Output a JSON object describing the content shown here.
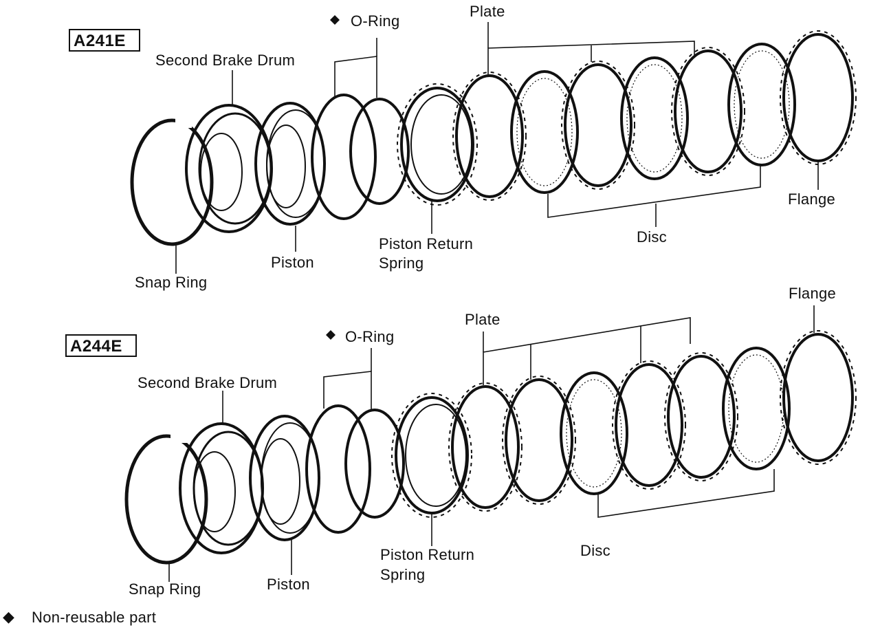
{
  "diagrams": [
    {
      "model": "A241E",
      "labels": {
        "o_ring": "O-Ring",
        "plate": "Plate",
        "second_brake_drum": "Second Brake Drum",
        "snap_ring": "Snap Ring",
        "piston": "Piston",
        "piston_return_spring_line1": "Piston Return",
        "piston_return_spring_line2": "Spring",
        "disc": "Disc",
        "flange": "Flange"
      }
    },
    {
      "model": "A244E",
      "labels": {
        "o_ring": "O-Ring",
        "plate": "Plate",
        "second_brake_drum": "Second Brake Drum",
        "snap_ring": "Snap Ring",
        "piston": "Piston",
        "piston_return_spring_line1": "Piston Return",
        "piston_return_spring_line2": "Spring",
        "disc": "Disc",
        "flange": "Flange"
      }
    }
  ],
  "legend": {
    "symbol": "◆",
    "text": "Non-reusable part"
  },
  "icons": {
    "non_reusable_marker": "diamond-icon"
  },
  "colors": {
    "ink": "#111111",
    "background": "#ffffff"
  }
}
